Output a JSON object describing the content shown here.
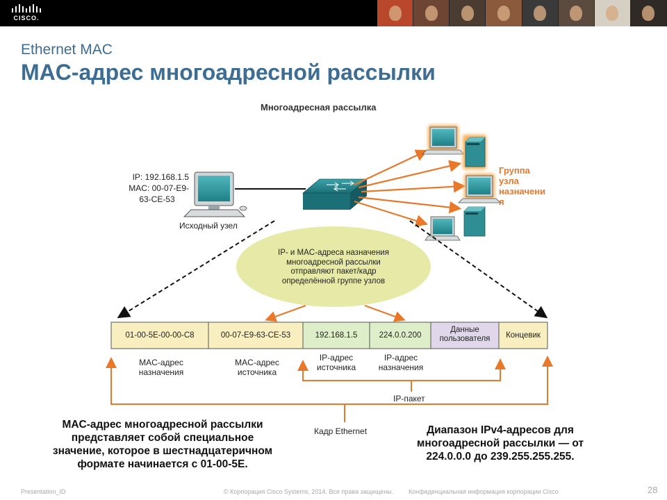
{
  "header": {
    "logo_text": "CISCO.",
    "photo_colors": [
      "#b9472c",
      "#6e4432",
      "#4a3c30",
      "#8b5a3c",
      "#3a3a3a",
      "#5b4a3e",
      "#d6d0c4",
      "#2f2a26"
    ]
  },
  "subtitle": "Ethernet MAC",
  "title": "MAC-адрес многоадресной рассылки",
  "diagram": {
    "heading": "Многоадресная рассылка",
    "source_ip": "IP: 192.168.1.5",
    "source_mac_line1": "MAC: 00-07-E9-",
    "source_mac_line2": "63-CE-53",
    "source_label": "Исходный узел",
    "group_label": [
      "Группа",
      "узла",
      "назначени",
      "я"
    ],
    "ellipse_text": [
      "IP- и MAC-адреса назначения",
      "многоадресной рассылки",
      "отправляют пакет/кадр",
      "определённой группе узлов"
    ],
    "frame_cells": [
      "01-00-5E-00-00-C8",
      "00-07-E9-63-CE-53",
      "192.168.1.5",
      "224.0.0.200",
      "Данные пользователя",
      "Концевик"
    ],
    "field_labels": {
      "dest_mac": [
        "MAC-адрес",
        "назначения"
      ],
      "src_mac": [
        "MAC-адрес",
        "источника"
      ],
      "src_ip": [
        "IP-адрес",
        "источника"
      ],
      "dest_ip": [
        "IP-адрес",
        "назначения"
      ]
    },
    "ip_packet_label": "IP-пакет",
    "ethernet_frame_label": "Кадр Ethernet"
  },
  "colors": {
    "accent_orange": "#e8782a",
    "frame_yellow": "#f9eec0",
    "frame_green": "#ddeec8",
    "frame_lavender": "#e0d8ea",
    "ellipse_fill": "#e6eaa6",
    "title_blue": "#3d6d93"
  },
  "notes": {
    "left": [
      "MAC-адрес многоадресной рассылки",
      "представляет собой специальное",
      "значение, которое в шестнадцатеричном",
      "формате начинается с 01-00-5E."
    ],
    "right": [
      "Диапазон IPv4-адресов для",
      "многоадресной рассылки — от",
      "224.0.0.0 до 239.255.255.255."
    ]
  },
  "footer": {
    "presentation_id": "Presentation_ID",
    "copyright": "© Корпорация Cisco Systems, 2014. Все права защищены.",
    "confidential": "Конфиденциальная информация корпорации Cisco",
    "page": "28"
  }
}
